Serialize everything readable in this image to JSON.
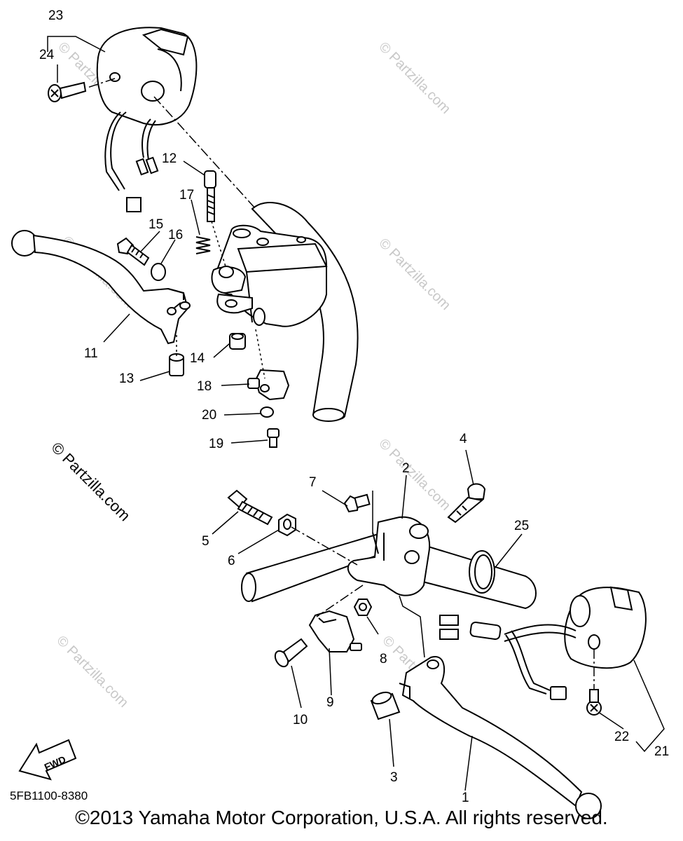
{
  "callouts": [
    {
      "id": "23",
      "text": "23"
    },
    {
      "id": "24",
      "text": "24"
    },
    {
      "id": "12",
      "text": "12"
    },
    {
      "id": "17",
      "text": "17"
    },
    {
      "id": "15",
      "text": "15"
    },
    {
      "id": "16",
      "text": "16"
    },
    {
      "id": "11",
      "text": "11"
    },
    {
      "id": "13",
      "text": "13"
    },
    {
      "id": "14",
      "text": "14"
    },
    {
      "id": "18",
      "text": "18"
    },
    {
      "id": "20",
      "text": "20"
    },
    {
      "id": "19",
      "text": "19"
    },
    {
      "id": "4",
      "text": "4"
    },
    {
      "id": "7",
      "text": "7"
    },
    {
      "id": "2",
      "text": "2"
    },
    {
      "id": "5",
      "text": "5"
    },
    {
      "id": "6",
      "text": "6"
    },
    {
      "id": "25",
      "text": "25"
    },
    {
      "id": "8",
      "text": "8"
    },
    {
      "id": "9",
      "text": "9"
    },
    {
      "id": "10",
      "text": "10"
    },
    {
      "id": "3",
      "text": "3"
    },
    {
      "id": "1",
      "text": "1"
    },
    {
      "id": "22",
      "text": "22"
    },
    {
      "id": "21",
      "text": "21"
    }
  ],
  "watermark": "© Partzilla.com",
  "fwd_label": "FWD",
  "diagram_code": "5FB1100-8380",
  "copyright": "©2013 Yamaha Motor Corporation, U.S.A. All rights reserved."
}
